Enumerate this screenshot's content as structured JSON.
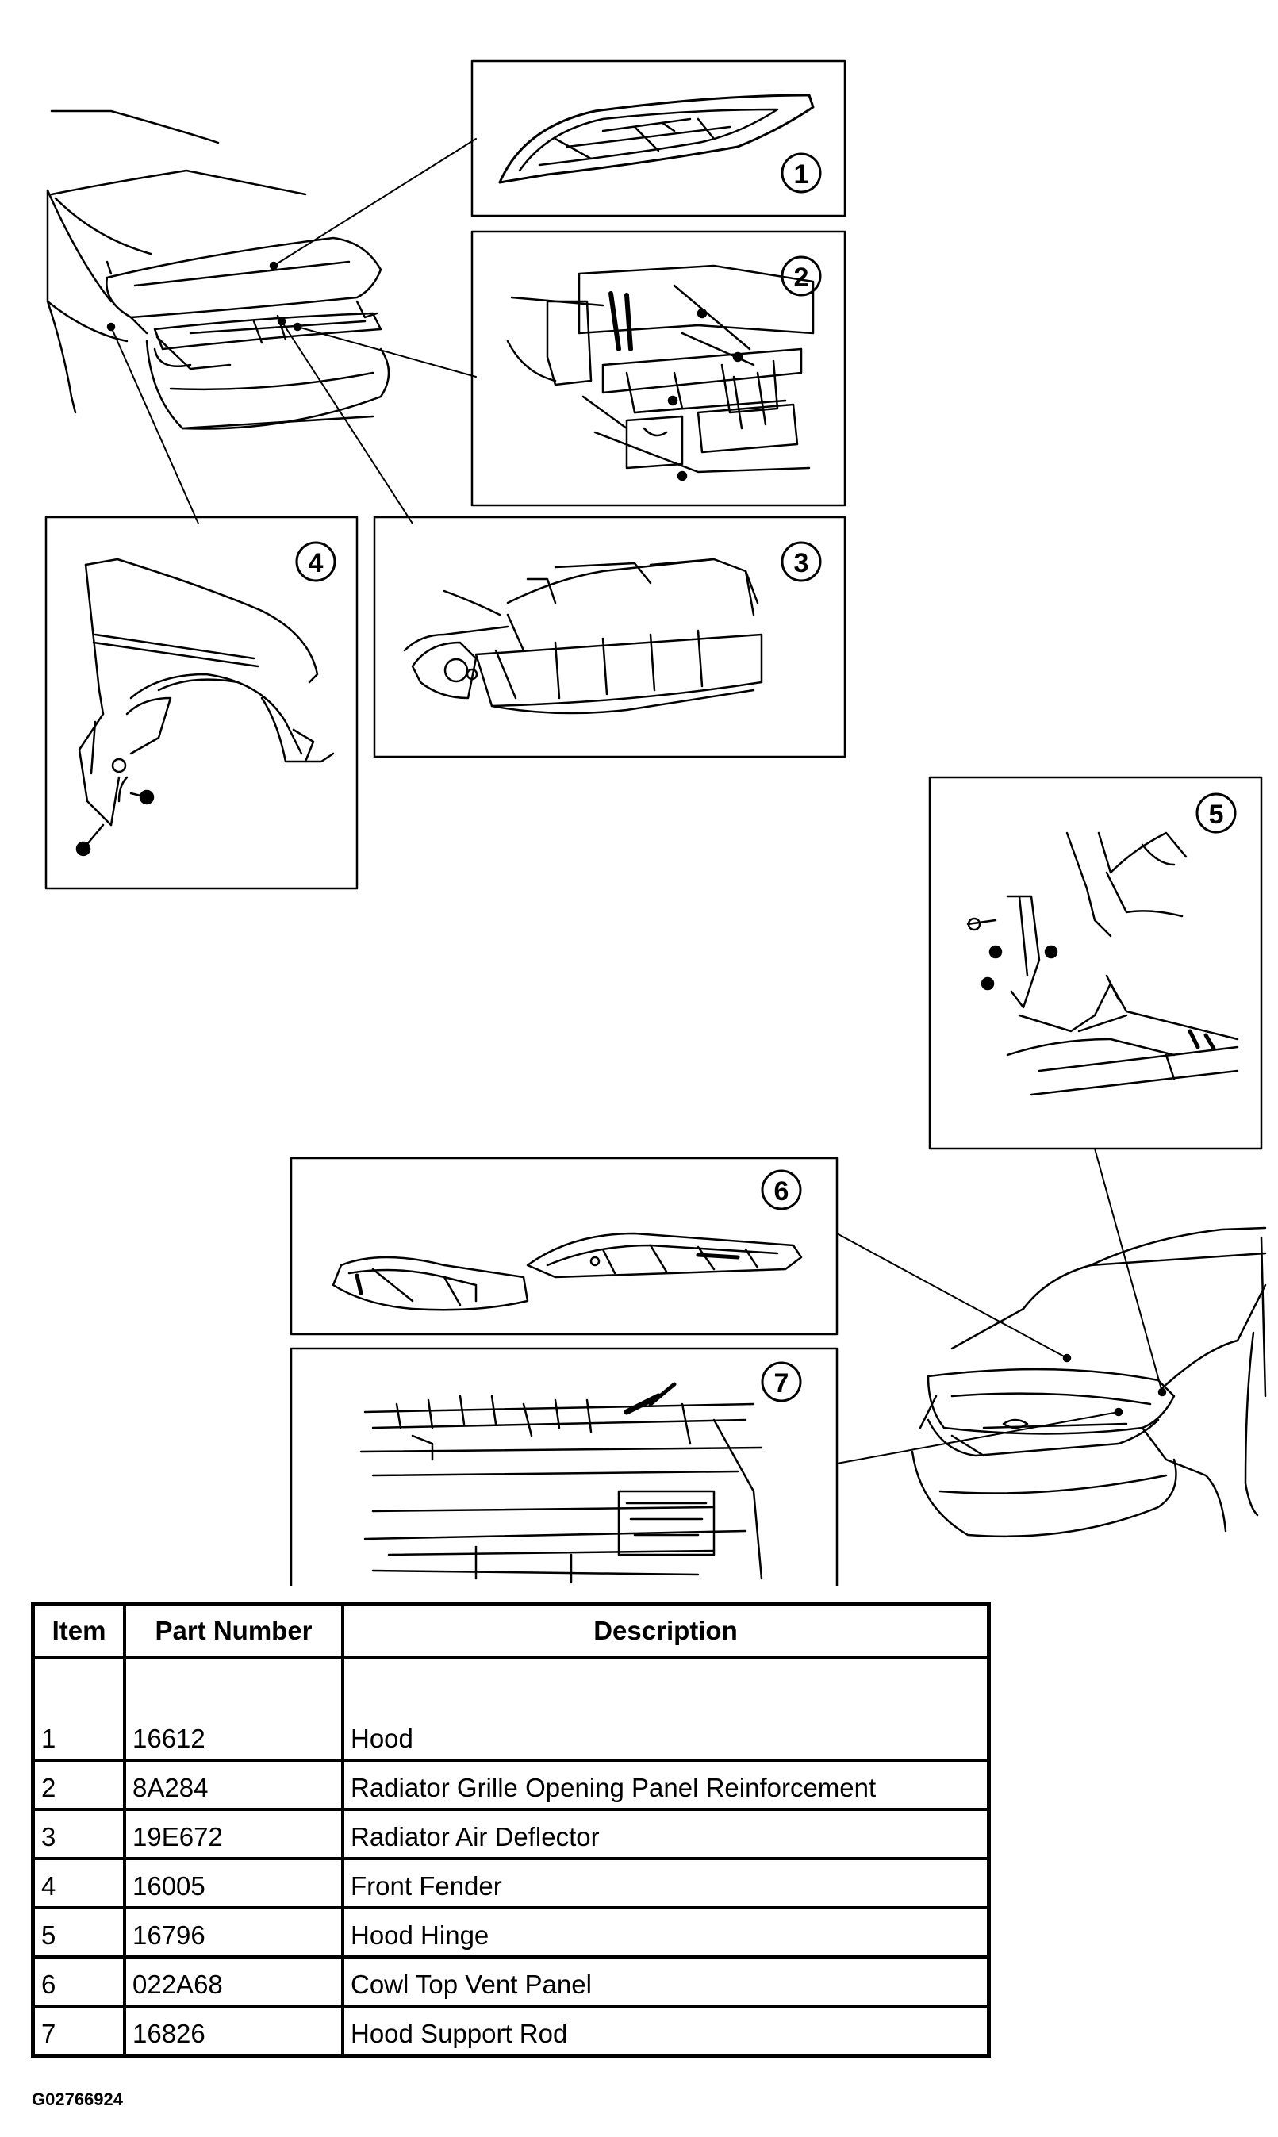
{
  "callouts": [
    "1",
    "2",
    "3",
    "4",
    "5",
    "6",
    "7"
  ],
  "table": {
    "headers": [
      "Item",
      "Part Number",
      "Description"
    ],
    "rows": [
      {
        "item": "1",
        "part_number": "16612",
        "description": "Hood"
      },
      {
        "item": "2",
        "part_number": "8A284",
        "description": "Radiator Grille Opening Panel Reinforcement"
      },
      {
        "item": "3",
        "part_number": "19E672",
        "description": "Radiator Air Deflector"
      },
      {
        "item": "4",
        "part_number": "16005",
        "description": "Front Fender"
      },
      {
        "item": "5",
        "part_number": "16796",
        "description": "Hood Hinge"
      },
      {
        "item": "6",
        "part_number": "022A68",
        "description": "Cowl Top Vent Panel"
      },
      {
        "item": "7",
        "part_number": "16826",
        "description": "Hood Support Rod"
      }
    ]
  },
  "figure_id": "G02766924"
}
